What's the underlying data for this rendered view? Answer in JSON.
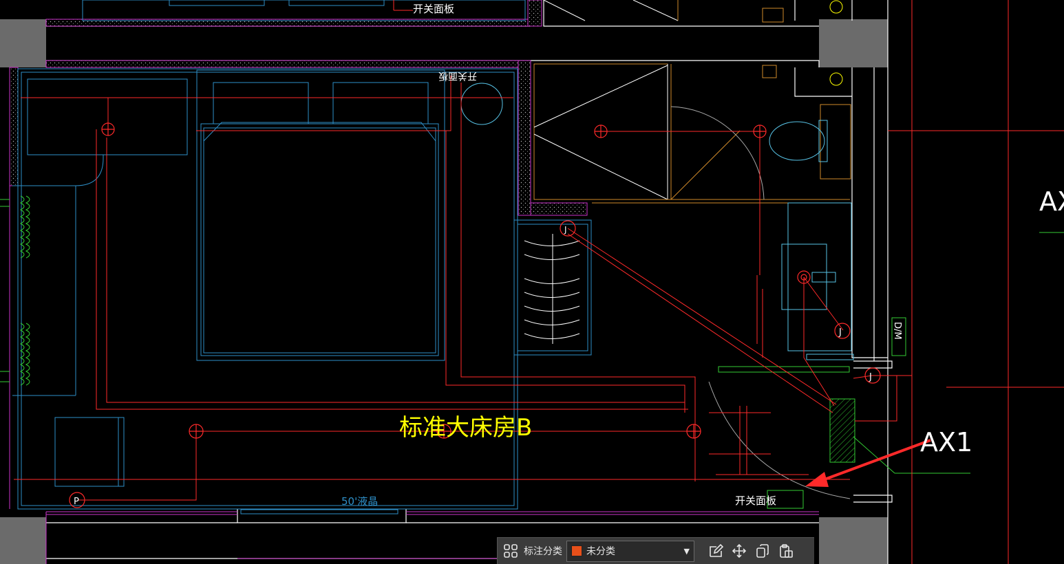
{
  "drawing": {
    "room_title": "标准大床房B",
    "switch_panel_top": "开关面板",
    "switch_panel_upper": "开关面板",
    "switch_panel_bottom": "开关面板",
    "tv_label": "50'液晶",
    "dm_label": "D/M",
    "callout_label": "AX1",
    "edge_label": "AX",
    "socket_j": "J",
    "socket_p": "P",
    "colors": {
      "red": "#ff2a2a",
      "blue": "#2e8fc8",
      "cyan": "#58c3e6",
      "yellow": "#ffff00",
      "magenta": "#cc33cc",
      "green": "#33cc33",
      "orange": "#d08a2a",
      "white": "#ffffff",
      "gray": "#6b6b6b"
    }
  },
  "toolbar": {
    "label": "标注分类",
    "select_value": "未分类",
    "swatch_color": "#e8501a",
    "icons": [
      "grid-icon",
      "edit-icon",
      "move-icon",
      "copy-icon",
      "paste-icon"
    ]
  }
}
